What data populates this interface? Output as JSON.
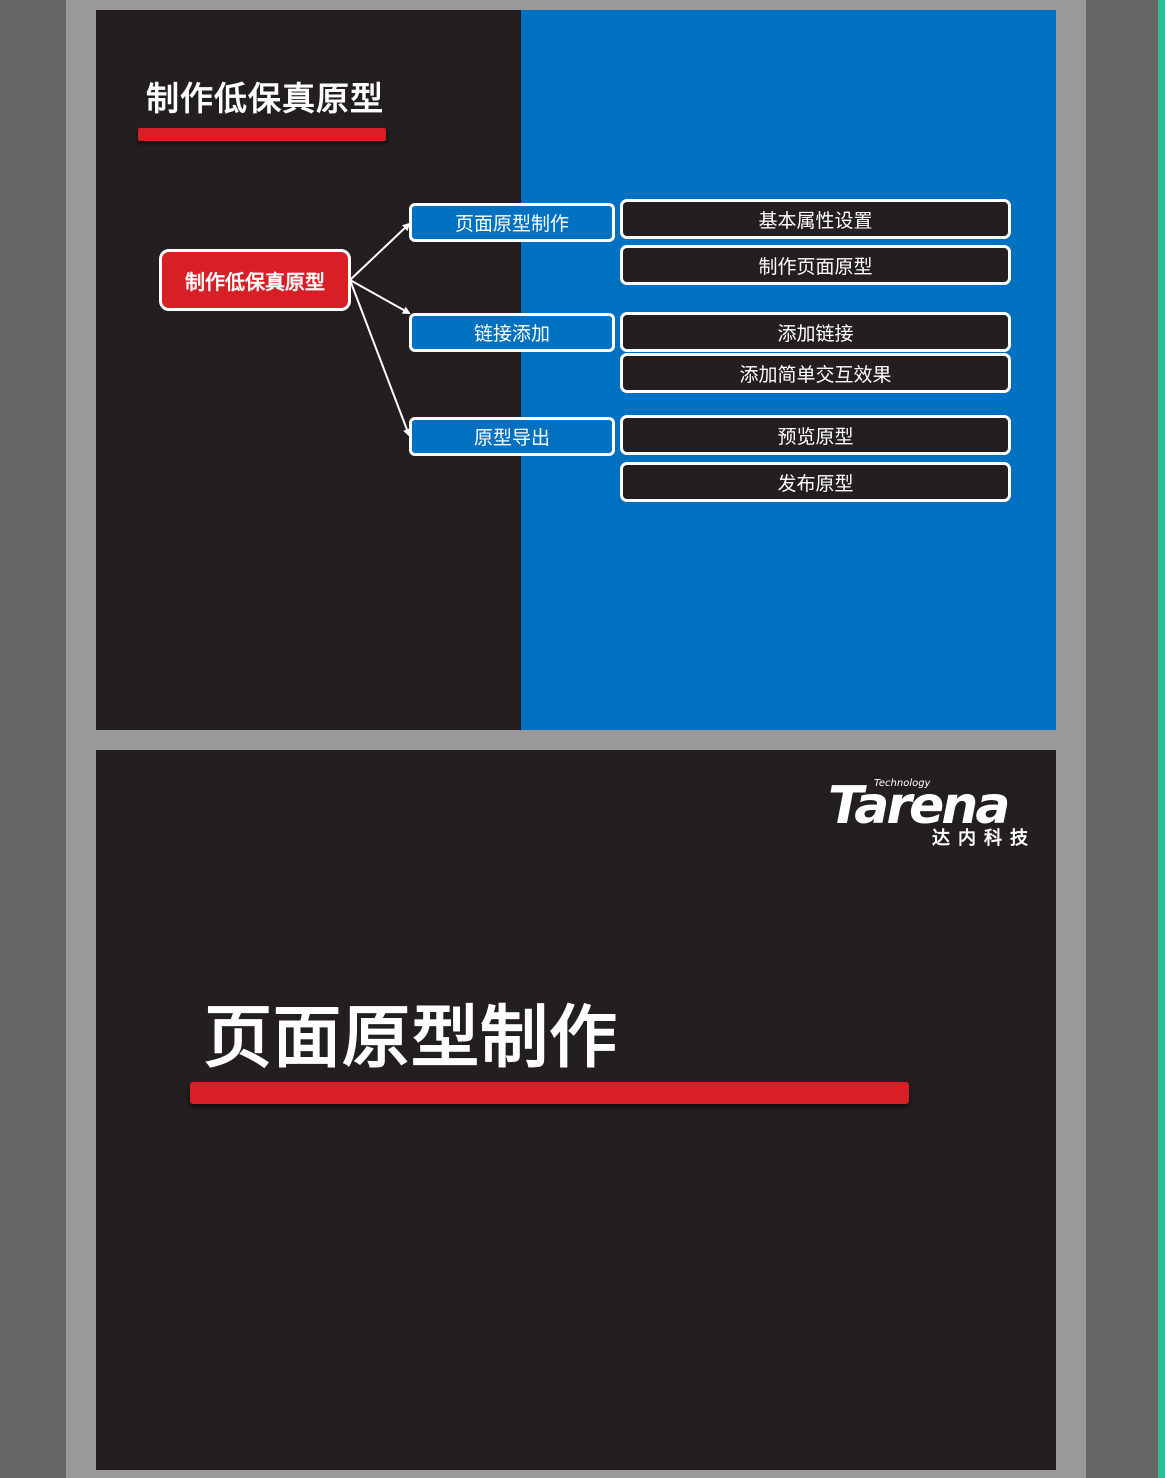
{
  "slide1": {
    "title": "制作低保真原型",
    "mindmap": {
      "root": "制作低保真原型",
      "branches": [
        {
          "label": "页面原型制作",
          "children": [
            "基本属性设置",
            "制作页面原型"
          ]
        },
        {
          "label": "链接添加",
          "children": [
            "添加链接",
            "添加简单交互效果"
          ]
        },
        {
          "label": "原型导出",
          "children": [
            "预览原型",
            "发布原型"
          ]
        }
      ]
    }
  },
  "slide2": {
    "logo": {
      "tagline": "Technology",
      "wordmark": "Tarena",
      "chinese": "达内科技"
    },
    "title": "页面原型制作"
  },
  "colors": {
    "background": "#231f20",
    "blue": "#0070c0",
    "red": "#d91f26",
    "frame": "#9a9a9a",
    "outer": "#666666",
    "accent": "#2fbf96"
  }
}
